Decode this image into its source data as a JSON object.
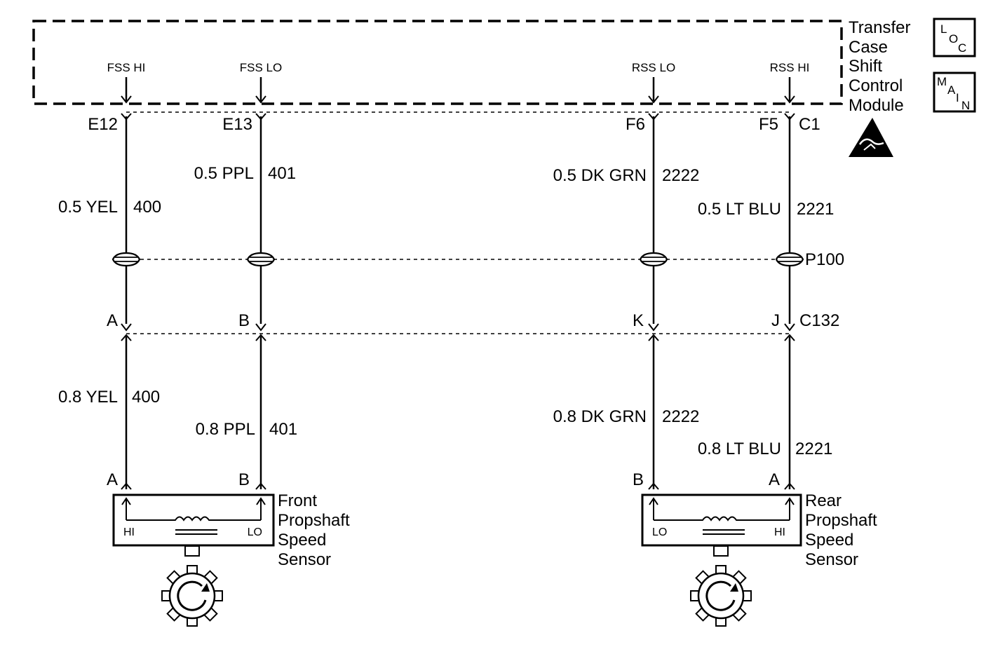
{
  "module": {
    "name_lines": [
      "Transfer",
      "Case",
      "Shift",
      "Control",
      "Module"
    ],
    "icons": {
      "loc": {
        "letters": [
          "L",
          "O",
          "C"
        ]
      },
      "main": {
        "letters": [
          "M",
          "A",
          "I",
          "N"
        ]
      },
      "esd": "esd-warning-icon"
    }
  },
  "circuits": [
    {
      "id": "fss-hi",
      "signal": "FSS HI",
      "pin": "E12",
      "upper_wire": "0.5 YEL",
      "upper_circuit": "400",
      "c132_pin": "A",
      "lower_wire": "0.8 YEL",
      "lower_circuit": "400",
      "sensor_pin": "A"
    },
    {
      "id": "fss-lo",
      "signal": "FSS LO",
      "pin": "E13",
      "upper_wire": "0.5 PPL",
      "upper_circuit": "401",
      "c132_pin": "B",
      "lower_wire": "0.8 PPL",
      "lower_circuit": "401",
      "sensor_pin": "B"
    },
    {
      "id": "rss-lo",
      "signal": "RSS LO",
      "pin": "F6",
      "upper_wire": "0.5 DK GRN",
      "upper_circuit": "2222",
      "c132_pin": "K",
      "lower_wire": "0.8 DK GRN",
      "lower_circuit": "2222",
      "sensor_pin": "B"
    },
    {
      "id": "rss-hi",
      "signal": "RSS HI",
      "pin": "F5",
      "upper_wire": "0.5 LT BLU",
      "upper_circuit": "2221",
      "c132_pin": "J",
      "lower_wire": "0.8 LT BLU",
      "lower_circuit": "2221",
      "sensor_pin": "A"
    }
  ],
  "connectors": {
    "module": "C1",
    "passthrough": "P100",
    "inline": "C132"
  },
  "sensors": [
    {
      "id": "front",
      "name_lines": [
        "Front",
        "Propshaft",
        "Speed",
        "Sensor"
      ],
      "left_terminal": "HI",
      "right_terminal": "LO"
    },
    {
      "id": "rear",
      "name_lines": [
        "Rear",
        "Propshaft",
        "Speed",
        "Sensor"
      ],
      "left_terminal": "LO",
      "right_terminal": "HI"
    }
  ]
}
